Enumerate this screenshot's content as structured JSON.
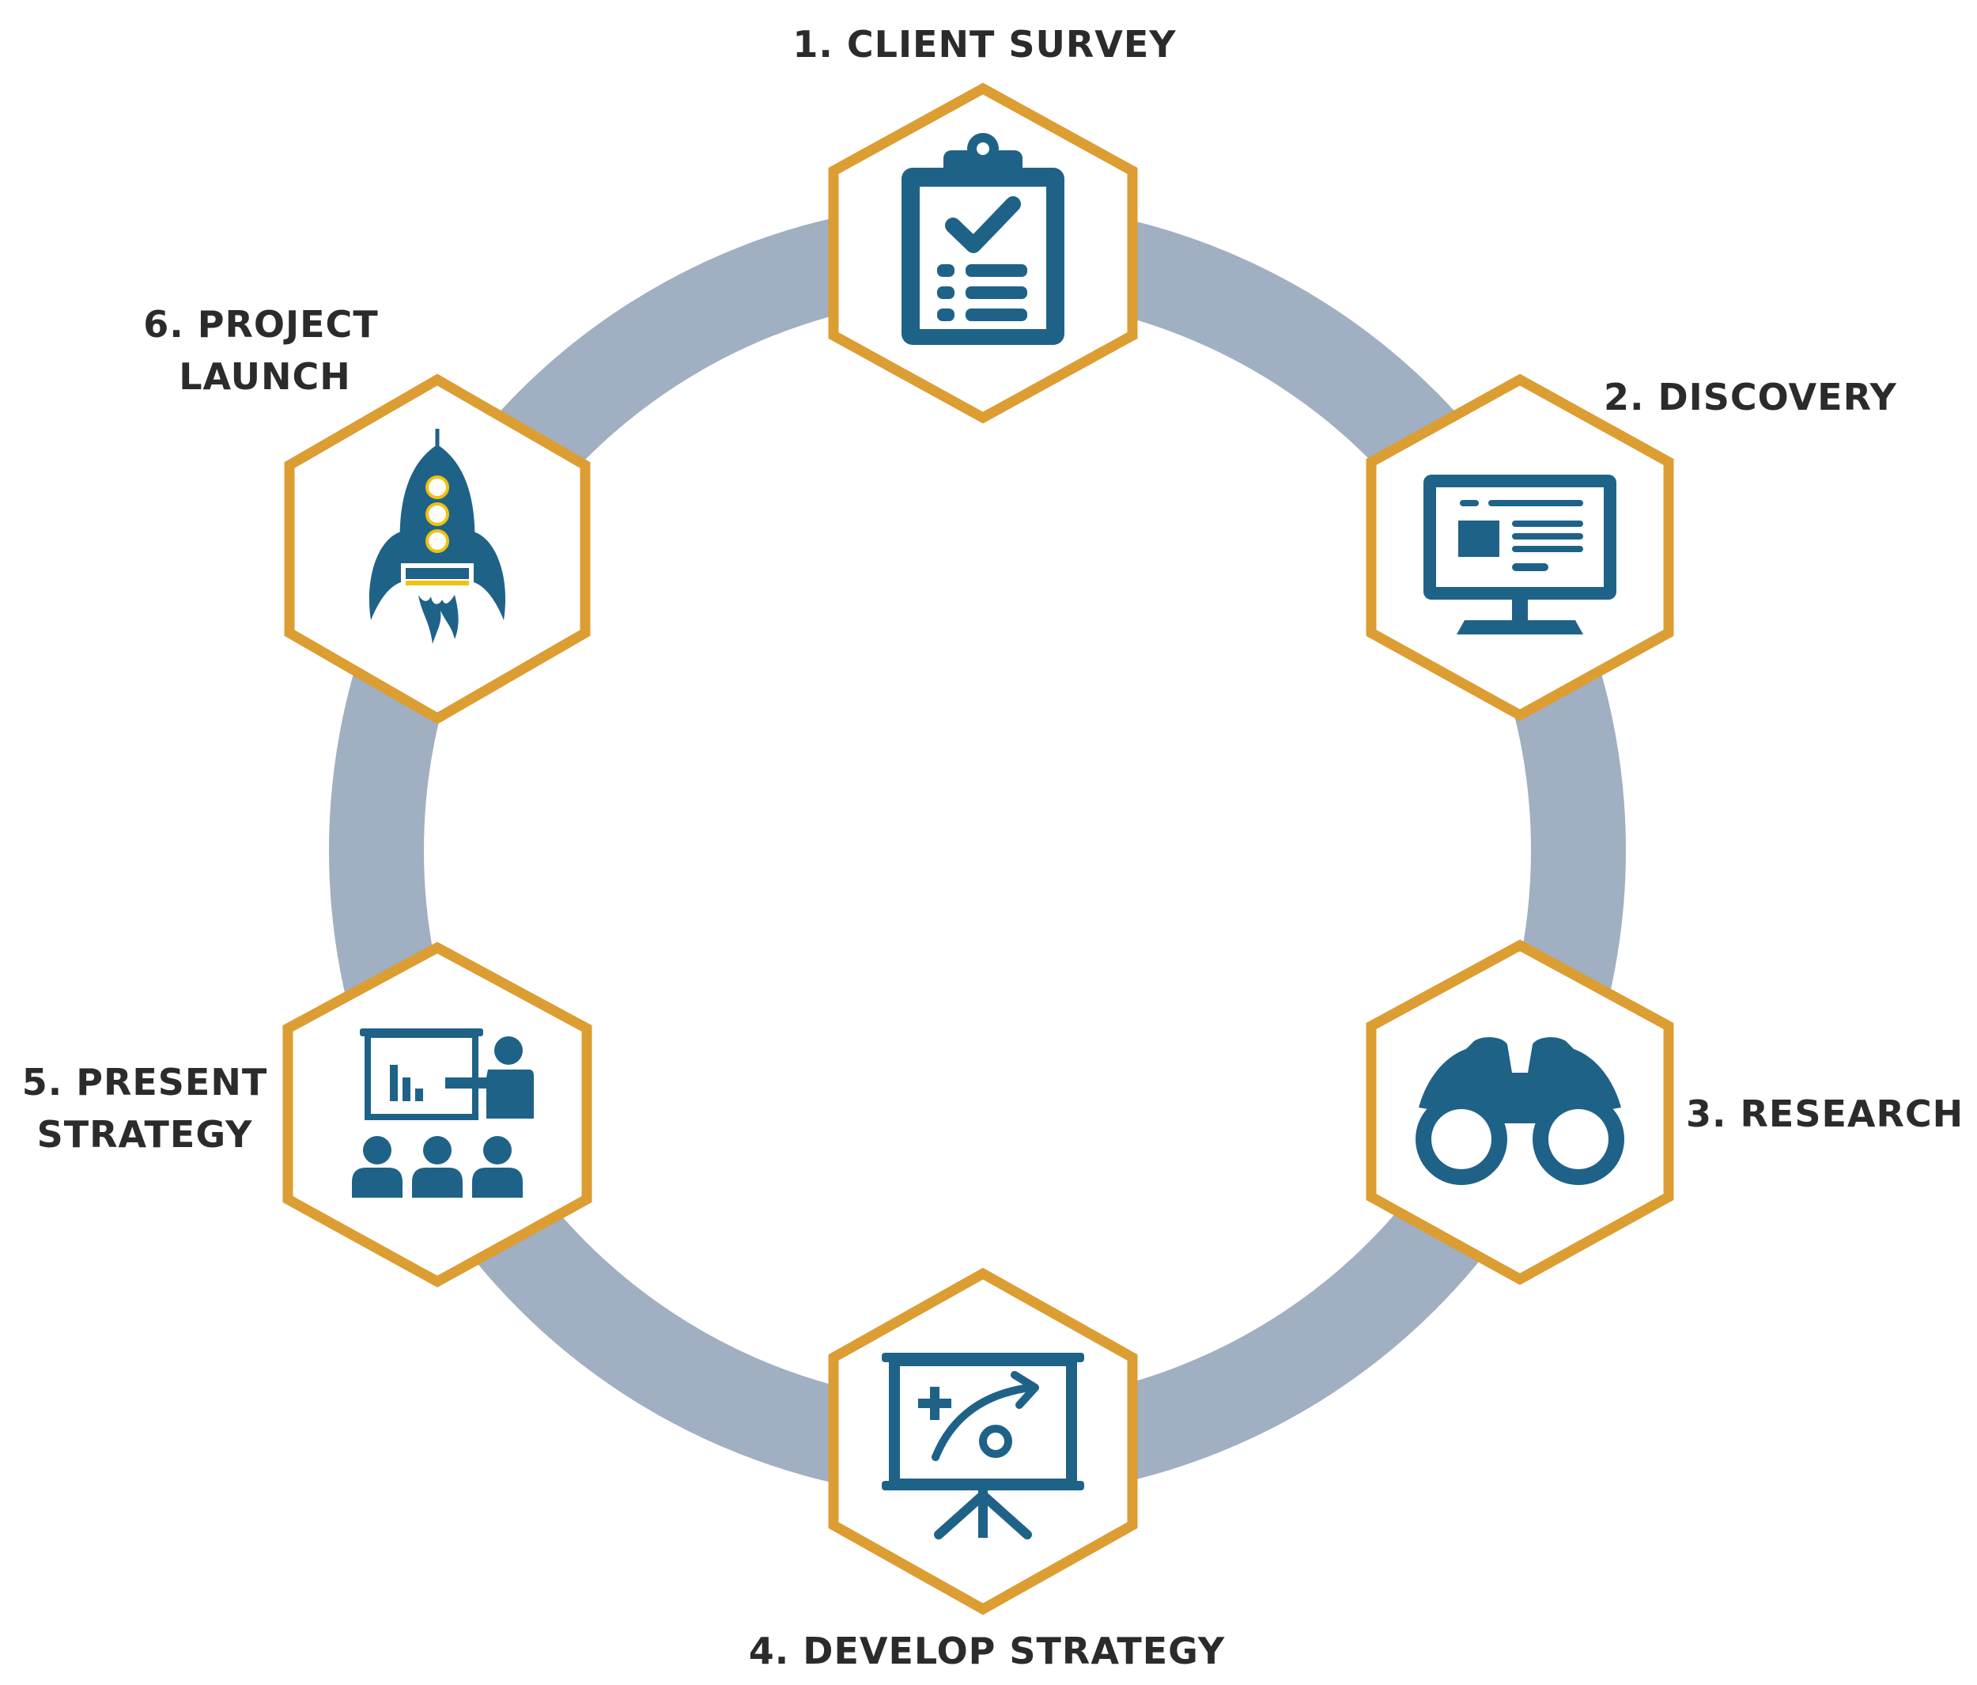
{
  "colors": {
    "ring": "#a0afc1",
    "hexagon_border": "#dc9d32",
    "icon": "#1f6288",
    "accent_yellow": "#f1c10f",
    "label": "#2b2b2b",
    "background": "#ffffff"
  },
  "steps": [
    {
      "label_lines": [
        "1. CLIENT SURVEY"
      ],
      "icon": "clipboard-checklist-icon"
    },
    {
      "label_lines": [
        "2. DISCOVERY"
      ],
      "icon": "computer-monitor-icon"
    },
    {
      "label_lines": [
        "3. RESEARCH"
      ],
      "icon": "binoculars-icon"
    },
    {
      "label_lines": [
        "4. DEVELOP STRATEGY"
      ],
      "icon": "strategy-board-icon"
    },
    {
      "label_lines": [
        "5. PRESENT",
        "STRATEGY"
      ],
      "icon": "presentation-audience-icon"
    },
    {
      "label_lines": [
        "6. PROJECT",
        "LAUNCH"
      ],
      "icon": "rocket-icon"
    }
  ]
}
